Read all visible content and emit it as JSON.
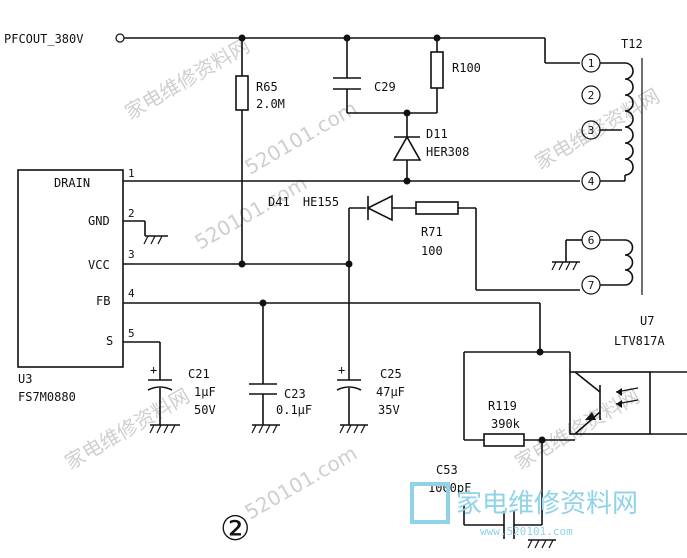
{
  "net_label": "PFCOUT_380V",
  "ic": {
    "ref": "U3",
    "part": "FS7M0880",
    "pins": [
      {
        "num": "1",
        "name": "DRAIN"
      },
      {
        "num": "2",
        "name": "GND"
      },
      {
        "num": "3",
        "name": "VCC"
      },
      {
        "num": "4",
        "name": "FB"
      },
      {
        "num": "5",
        "name": "S"
      }
    ]
  },
  "components": {
    "r65": {
      "ref": "R65",
      "value": "2.0M"
    },
    "c29": {
      "ref": "C29"
    },
    "r100": {
      "ref": "R100"
    },
    "d11": {
      "ref": "D11",
      "value": "HER308"
    },
    "d41": {
      "ref": "D41",
      "value": "HE155"
    },
    "r71": {
      "ref": "R71",
      "value": "100"
    },
    "c21": {
      "ref": "C21",
      "value": "1μF",
      "voltage": "50V"
    },
    "c23": {
      "ref": "C23",
      "value": "0.1μF"
    },
    "c25": {
      "ref": "C25",
      "value": "47μF",
      "voltage": "35V"
    },
    "r119": {
      "ref": "R119",
      "value": "390k"
    },
    "c53": {
      "ref": "C53",
      "value": "1000pF"
    },
    "u7": {
      "ref": "U7",
      "part": "LTV817A"
    }
  },
  "transformer": {
    "ref": "T12",
    "pins": [
      "1",
      "2",
      "3",
      "4",
      "6",
      "7"
    ]
  },
  "figure_number": "②",
  "watermark": {
    "site_name": "家电维修资料网",
    "domain": "520101.com",
    "logo_text": "家电维修资料网",
    "logo_domain": "www.520101.com"
  }
}
